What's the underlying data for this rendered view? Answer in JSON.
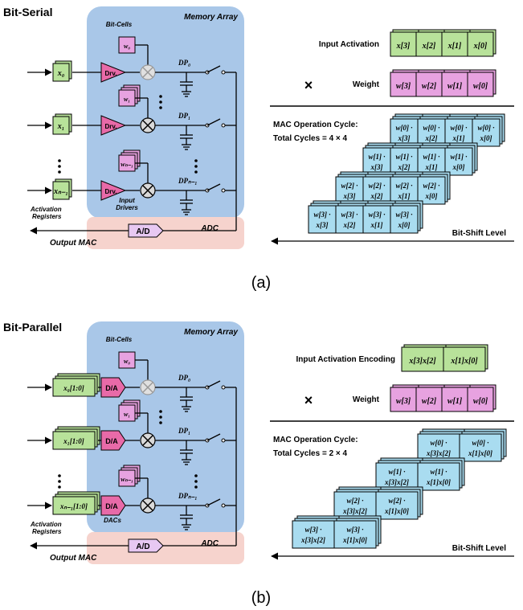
{
  "panel_a": {
    "title": "Bit-Serial",
    "memory_array": "Memory Array",
    "bit_cells": "Bit-Cells",
    "w0": "w₀",
    "w1": "w₁",
    "wN": "wₙ₋₁",
    "x0": "x₀",
    "x1": "x₁",
    "xN": "xₙ₋₁",
    "drv": "Drv.",
    "dp0": "DP₀",
    "dp1": "DP₁",
    "dpN": "DPₙ₋₁",
    "input_drivers": [
      "Input",
      "Drivers"
    ],
    "activation_registers": [
      "Activation",
      "Registers"
    ],
    "adc": "ADC",
    "ad": "A/D",
    "output_mac": "Output MAC",
    "input_activation": "Input Activation",
    "activation_bits": [
      "x[3]",
      "x[2]",
      "x[1]",
      "x[0]"
    ],
    "times": "×",
    "weight": "Weight",
    "weight_bits": [
      "w[3]",
      "w[2]",
      "w[1]",
      "w[0]"
    ],
    "mac_cycle": [
      "MAC Operation Cycle:",
      "Total Cycles = 4 × 4"
    ],
    "mac_rows": [
      [
        [
          "w[0] ·",
          "x[3]"
        ],
        [
          "w[0] ·",
          "x[2]"
        ],
        [
          "w[0] ·",
          "x[1]"
        ],
        [
          "w[0] ·",
          "x[0]"
        ]
      ],
      [
        [
          "w[1] ·",
          "x[3]"
        ],
        [
          "w[1] ·",
          "x[2]"
        ],
        [
          "w[1] ·",
          "x[1]"
        ],
        [
          "w[1] ·",
          "x[0]"
        ]
      ],
      [
        [
          "w[2] ·",
          "x[3]"
        ],
        [
          "w[2] ·",
          "x[2]"
        ],
        [
          "w[2] ·",
          "x[1]"
        ],
        [
          "w[2] ·",
          "x[0]"
        ]
      ],
      [
        [
          "w[3] ·",
          "x[3]"
        ],
        [
          "w[3] ·",
          "x[2]"
        ],
        [
          "w[3] ·",
          "x[1]"
        ],
        [
          "w[3] ·",
          "x[0]"
        ]
      ]
    ],
    "bit_shift": "Bit-Shift Level",
    "caption": "(a)"
  },
  "panel_b": {
    "title": "Bit-Parallel",
    "memory_array": "Memory Array",
    "bit_cells": "Bit-Cells",
    "w0": "w₀",
    "w1": "w₁",
    "wN": "wₙ₋₁",
    "x0": "x₀[1:0]",
    "x1": "x₁[1:0]",
    "xN": "xₙ₋₁[1:0]",
    "da": "D/A",
    "dp0": "DP₀",
    "dp1": "DP₁",
    "dpN": "DPₙ₋₁",
    "dacs": "DACs",
    "activation_registers": [
      "Activation",
      "Registers"
    ],
    "adc": "ADC",
    "ad": "A/D",
    "output_mac": "Output MAC",
    "input_activation": "Input Activation Encoding",
    "activation_bits": [
      "x[3]x[2]",
      "x[1]x[0]"
    ],
    "times": "×",
    "weight": "Weight",
    "weight_bits": [
      "w[3]",
      "w[2]",
      "w[1]",
      "w[0]"
    ],
    "mac_cycle": [
      "MAC Operation Cycle:",
      "Total Cycles = 2 × 4"
    ],
    "mac_rows": [
      [
        [
          "w[0] ·",
          "x[3]x[2]"
        ],
        [
          "w[0] ·",
          "x[1]x[0]"
        ]
      ],
      [
        [
          "w[1] ·",
          "x[3]x[2]"
        ],
        [
          "w[1] ·",
          "x[1]x[0]"
        ]
      ],
      [
        [
          "w[2] ·",
          "x[3]x[2]"
        ],
        [
          "w[2] ·",
          "x[1]x[0]"
        ]
      ],
      [
        [
          "w[3] ·",
          "x[3]x[2]"
        ],
        [
          "w[3] ·",
          "x[1]x[0]"
        ]
      ]
    ],
    "bit_shift": "Bit-Shift Level",
    "caption": "(b)"
  },
  "colors": {
    "memory_array": "#a9c7e8",
    "adc_band": "#f6d3cd",
    "activation": "#b8e29a",
    "weight": "#e7a2e0",
    "mac_cell": "#a9dcf0",
    "driver": "#e86aa8",
    "ad_box": "#e7c8f2"
  }
}
